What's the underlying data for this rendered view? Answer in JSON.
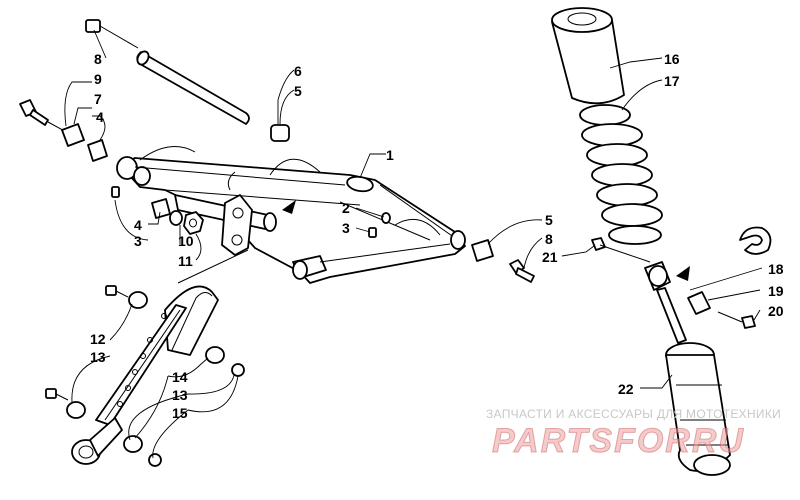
{
  "callouts": [
    "1",
    "2",
    "3",
    "3",
    "4",
    "4",
    "5",
    "5",
    "6",
    "7",
    "8",
    "8",
    "9",
    "10",
    "11",
    "12",
    "13",
    "13",
    "14",
    "15",
    "16",
    "17",
    "18",
    "19",
    "20",
    "21",
    "22"
  ],
  "watermark": {
    "tagline": "ЗАПЧАСТИ И АКСЕССУАРЫ ДЛЯ МОТОТЕХНИКИ",
    "brand": "PARTSFORRU"
  },
  "colors": {
    "line": "#000000",
    "watermark_text": "#c8c8c8",
    "watermark_brand": "#e9a0a0"
  }
}
